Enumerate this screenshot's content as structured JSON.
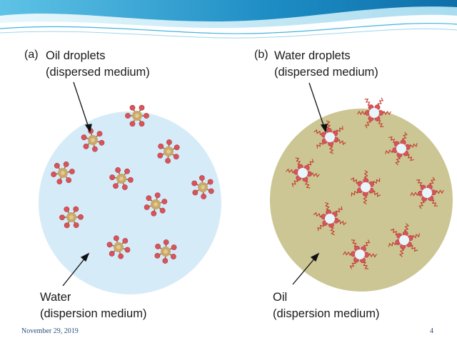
{
  "slide": {
    "panel_a": {
      "letter": "(a)",
      "top_label_line1": "Oil droplets",
      "top_label_line2": "(dispersed medium)",
      "bottom_label_line1": "Water",
      "bottom_label_line2": "(dispersion medium)",
      "medium_color": "#d6ebf8",
      "droplet_color": "#c9a86a",
      "head_color": "#d9545a"
    },
    "panel_b": {
      "letter": "(b)",
      "top_label_line1": "Water droplets",
      "top_label_line2": "(dispersed medium)",
      "bottom_label_line1": "Oil",
      "bottom_label_line2": "(dispersion medium)",
      "medium_color": "#ccc694",
      "droplet_color": "#e6f6fb",
      "head_color": "#d9545a"
    }
  },
  "footer": {
    "date": "November 29, 2019",
    "page": "4"
  },
  "theme": {
    "header_dark": "#1f8fc0",
    "header_light": "#bfe6f4"
  }
}
